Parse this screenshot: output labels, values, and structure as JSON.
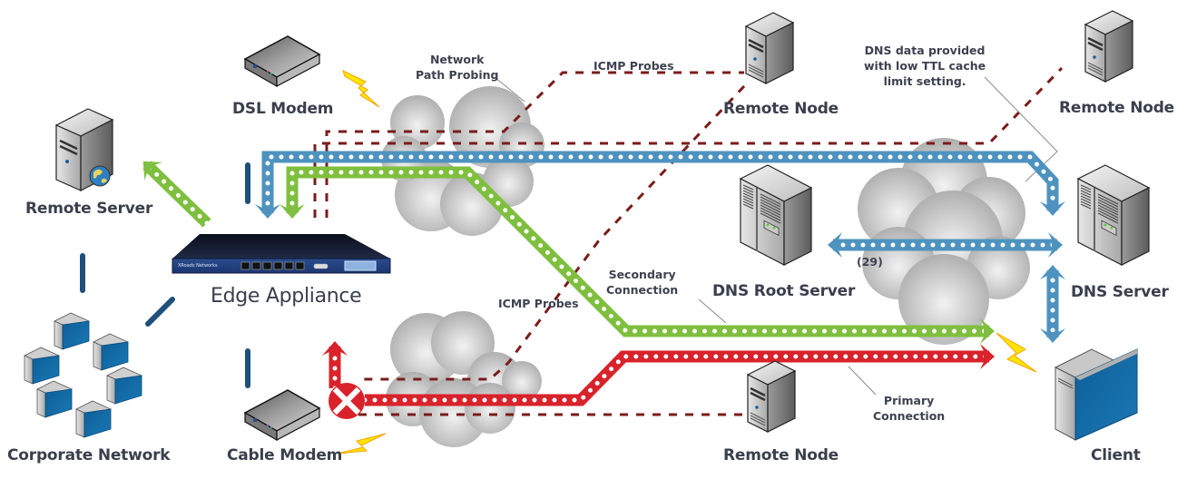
{
  "title": "Edge Appliance multi-path network diagram",
  "colors": {
    "primary_path": "#d9222a",
    "secondary_path": "#7fbf3f",
    "dns_path": "#4e93bf",
    "probe_line": "#7a1c1c",
    "link_bar": "#1f4f7a",
    "cloud": "#bfbfbf",
    "lightning": "#ffe400"
  },
  "nodes": {
    "remote_server": {
      "label": "Remote Server",
      "icon": "web-server-icon"
    },
    "dsl_modem": {
      "label": "DSL Modem",
      "icon": "modem-icon"
    },
    "edge_appliance": {
      "label": "Edge Appliance",
      "icon": "rack-appliance-icon",
      "brand_text": "XRoads Networks"
    },
    "corporate_network": {
      "label": "Corporate Network",
      "icon": "workstation-cluster-icon"
    },
    "cable_modem": {
      "label": "Cable Modem",
      "icon": "modem-icon"
    },
    "remote_node_top": {
      "label": "Remote Node",
      "icon": "server-icon"
    },
    "remote_node_right": {
      "label": "Remote Node",
      "icon": "server-icon"
    },
    "remote_node_bottom": {
      "label": "Remote Node",
      "icon": "server-icon"
    },
    "dns_root_server": {
      "label": "DNS Root Server",
      "icon": "dual-server-icon"
    },
    "dns_server": {
      "label": "DNS Server",
      "icon": "dual-server-icon"
    },
    "client": {
      "label": "Client",
      "icon": "client-computer-icon"
    }
  },
  "annotations": {
    "network_path_probing": [
      "Network",
      "Path Probing"
    ],
    "icmp_probes_top": "ICMP Probes",
    "icmp_probes_mid": "ICMP Probes",
    "secondary_connection": [
      "Secondary",
      "Connection"
    ],
    "primary_connection": [
      "Primary",
      "Connection"
    ],
    "dns_note": [
      "DNS data provided",
      "with low TTL cache",
      "limit setting."
    ],
    "dns_query_count": "(29)"
  },
  "status": {
    "cable_modem_link": "failed"
  }
}
